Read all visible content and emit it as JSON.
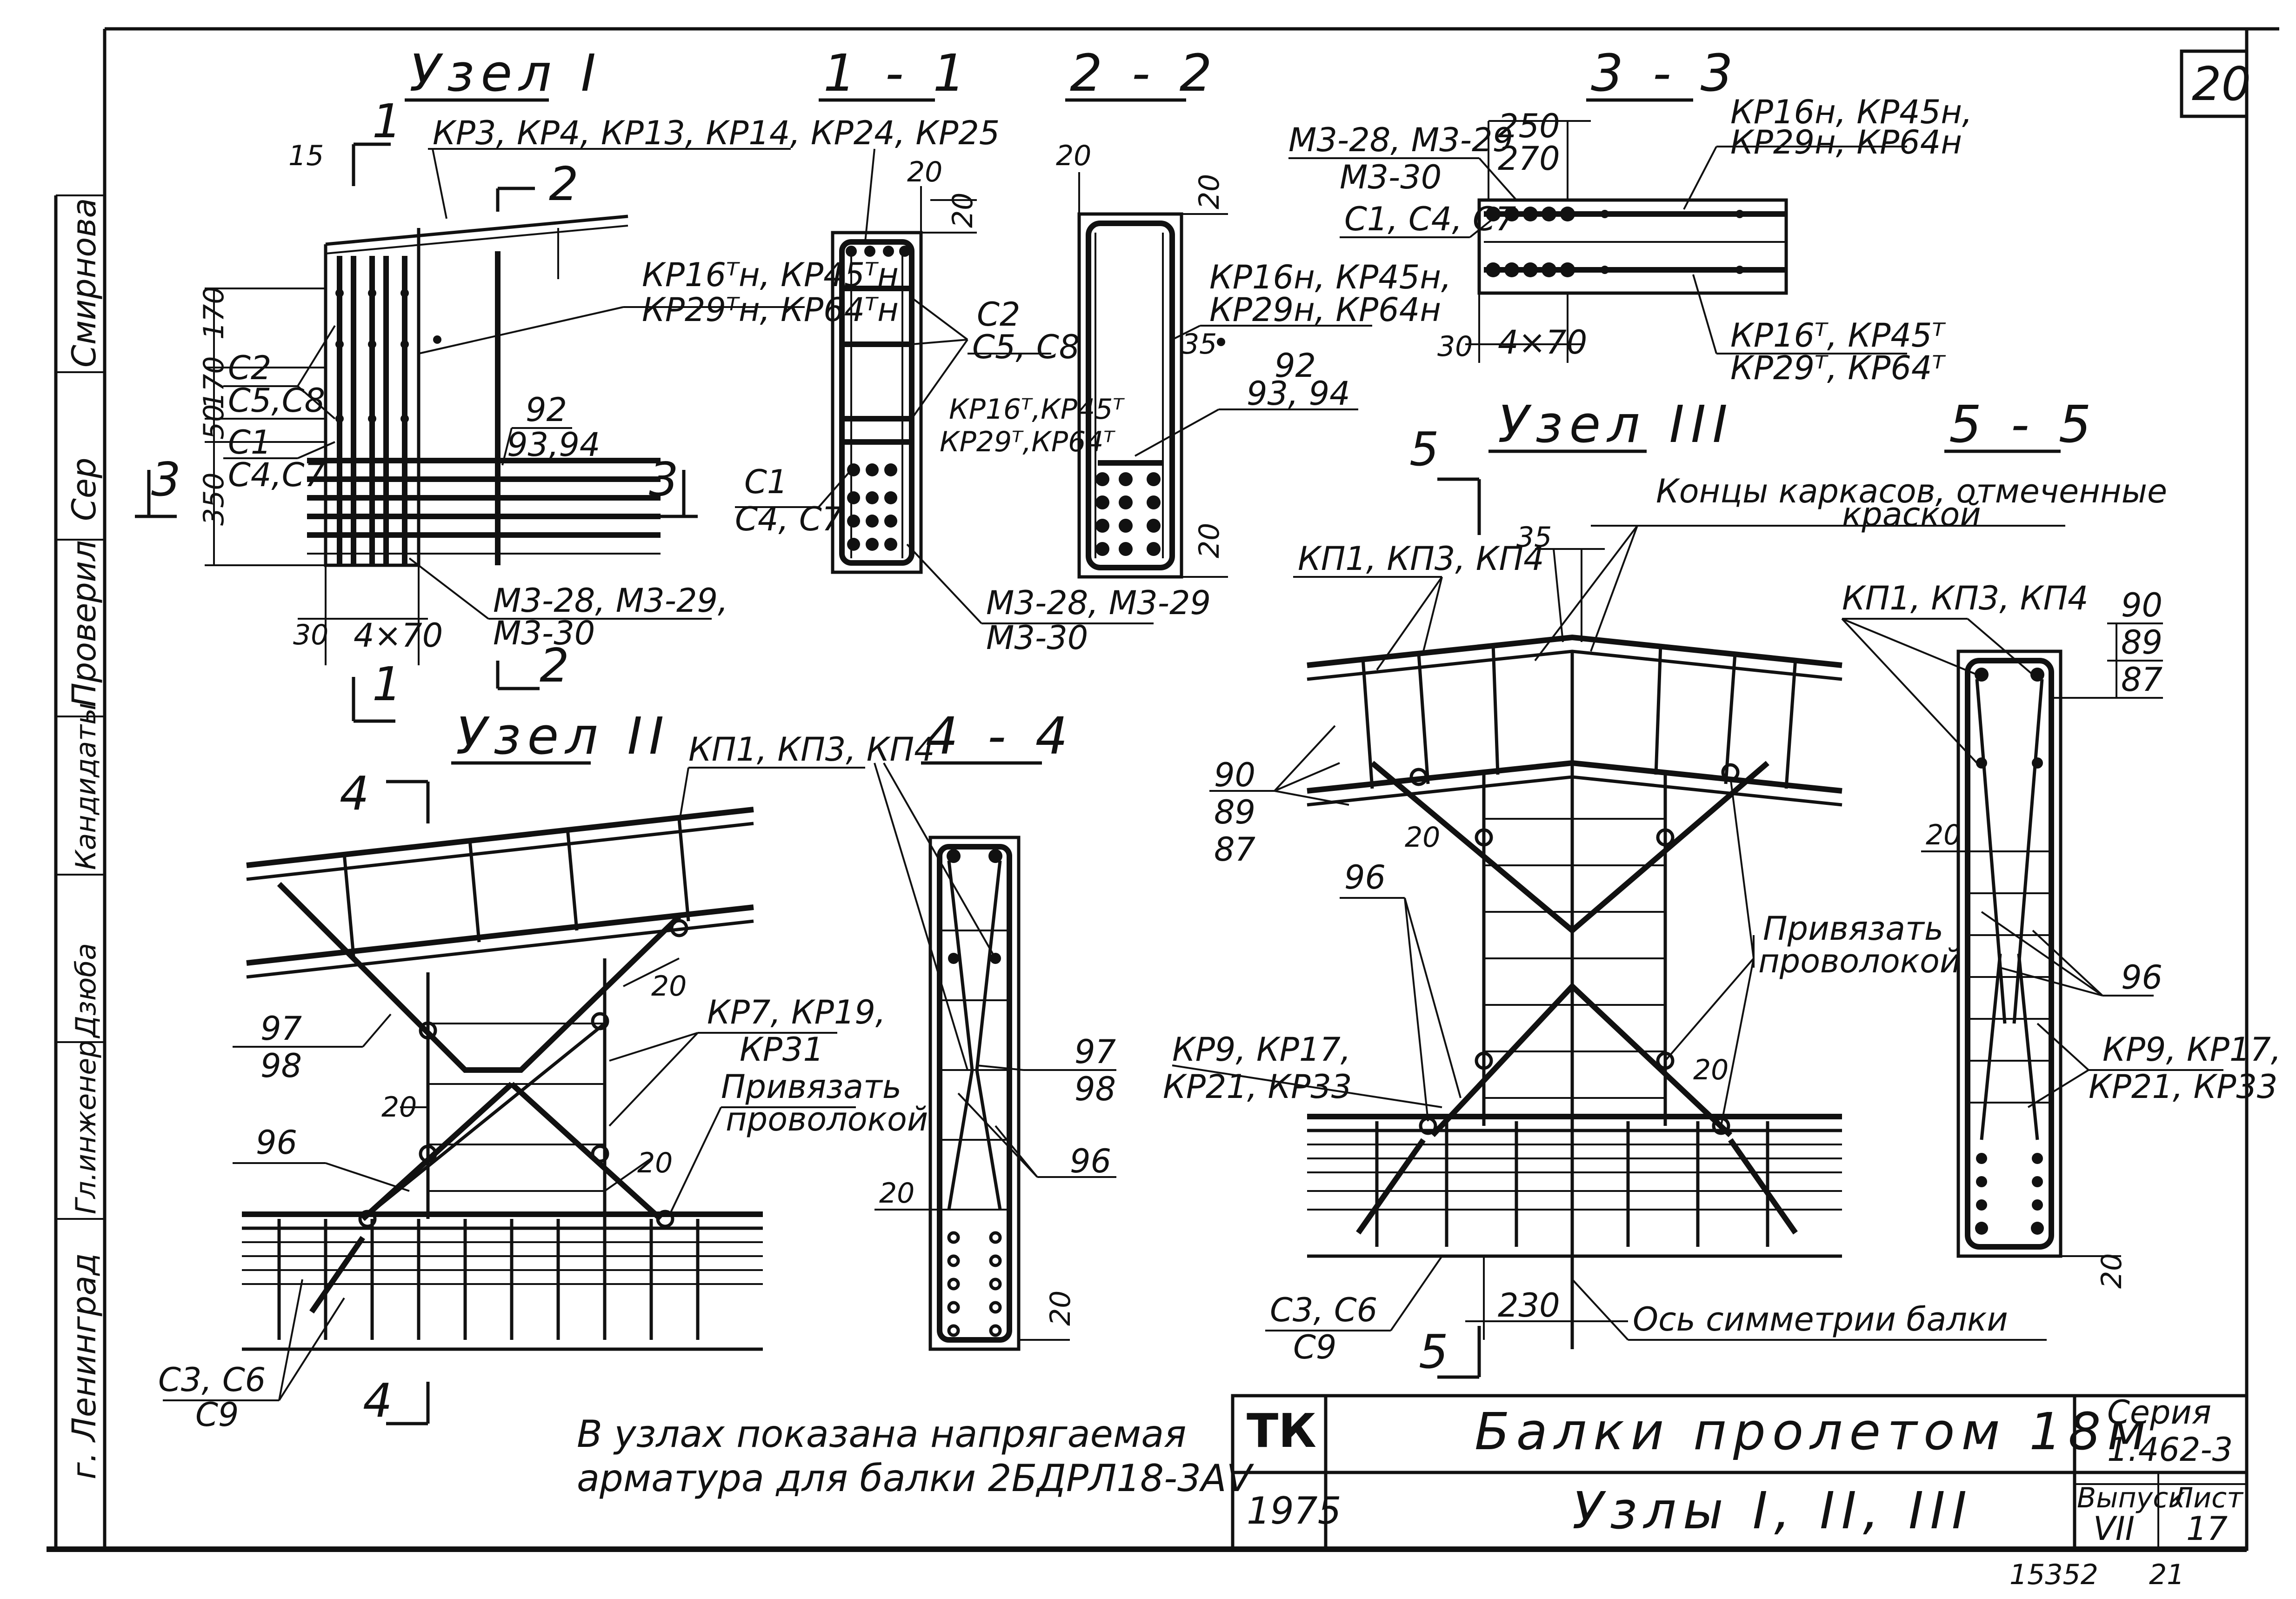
{
  "sheet": {
    "sheet_number": "20",
    "footer_number": "15352",
    "footer_page": "21"
  },
  "side_strip": {
    "names": [
      "Смирнова",
      "Сер",
      "Проверил",
      "Кандидаты",
      "Дзюба",
      "Гл.инженер",
      "г. Ленинград"
    ]
  },
  "node1": {
    "title": "Узел I",
    "cut_marks": [
      "1",
      "2",
      "3",
      "3",
      "1",
      "2"
    ],
    "callouts": {
      "top_bars": "КР3, КР4, КР13, КР14, КР24, КР25",
      "kr_t_line1": "КР16ᵀн, КР45ᵀн",
      "kr_t_line2": "КР29ᵀн, КР64ᵀн",
      "c2": "С2",
      "c58": "С5,С8",
      "c1": "С1",
      "c47": "С4,С7",
      "p92": "92",
      "p9394": "93,94",
      "m3_line1": "М3-28, М3-29,",
      "m3_line2": "М3-30"
    },
    "dims": [
      "15",
      "170",
      "170",
      "50",
      "350",
      "30",
      "4×70"
    ]
  },
  "section11": {
    "title": "1 - 1",
    "dims": [
      "20",
      "20"
    ],
    "callouts": {
      "c2": "С2",
      "c58": "С5, С8",
      "kr_line1": "КР16ᵀ,КР45ᵀ",
      "kr_line2": "КР29ᵀ,КР64ᵀ",
      "c1": "С1",
      "c47": "С4, С7",
      "m3_line1": "М3-28, М3-29",
      "m3_line2": "М3-30"
    }
  },
  "section22": {
    "title": "2 - 2",
    "dims": [
      "20",
      "20",
      "35",
      "20"
    ],
    "callouts": {
      "kr_line1": "КР16н, КР45н,",
      "kr_line2": "КР29н, КР64н",
      "p92": "92",
      "p9394": "93, 94"
    }
  },
  "section33": {
    "title": "3 - 3",
    "dims": [
      "250",
      "270",
      "30",
      "4×70"
    ],
    "callouts": {
      "m3_line1": "М3-28, М3-29",
      "m3_line2": "М3-30",
      "c_line": "С1, С4, С7",
      "kr_top_line1": "КР16н, КР45н,",
      "kr_top_line2": "КР29н, КР64н",
      "kr_bot_line1": "КР16ᵀ, КР45ᵀ",
      "kr_bot_line2": "КР29ᵀ, КР64ᵀ"
    }
  },
  "node2": {
    "title": "Узел II",
    "cut_marks": [
      "4",
      "4"
    ],
    "callouts": {
      "kp": "КП1, КП3, КП4",
      "p97": "97",
      "p98": "98",
      "kr_line1": "КР7, КР19,",
      "kr_line2": "КР31",
      "tie_line1": "Привязать",
      "tie_line2": "проволокой",
      "p96": "96",
      "c_line1": "С3, С6",
      "c_line2": "С9"
    },
    "dims": [
      "20",
      "20",
      "20"
    ]
  },
  "section44": {
    "title": "4 - 4",
    "dims": [
      "20",
      "20"
    ],
    "callouts": {
      "p97": "97",
      "p98": "98",
      "p96": "96"
    }
  },
  "node3": {
    "title": "Узел III",
    "cut_marks": [
      "5",
      "5"
    ],
    "callouts": {
      "ends_line1": "Концы каркасов, отмеченные",
      "ends_line2": "краской",
      "kp": "КП1, КП3, КП4",
      "p90": "90",
      "p89": "89",
      "p87": "87",
      "p96": "96",
      "tie_line1": "Привязать",
      "tie_line2": "проволокой",
      "kr_line1": "КР9, КР17,",
      "kr_line2": "КР21, КР33",
      "c_line1": "С3, С6",
      "c_line2": "С9",
      "axis": "Ось симметрии балки"
    },
    "dims": [
      "35",
      "20",
      "20",
      "230"
    ]
  },
  "section55": {
    "title": "5 - 5",
    "dims": [
      "20",
      "20"
    ],
    "callouts": {
      "kp": "КП1, КП3, КП4",
      "p90": "90",
      "p89": "89",
      "p87": "87",
      "p96": "96",
      "kr_line1": "КР9, КР17,",
      "kr_line2": "КР21, КР33"
    }
  },
  "note": {
    "line1": "В узлах показана напрягаемая",
    "line2": "арматура для балки 2БДРЛ18-3АⅤ"
  },
  "title_block": {
    "org": "ТК",
    "year": "1975",
    "name": "Балки пролетом 18м",
    "subtitle": "Узлы I, II, III",
    "series_label": "Серия",
    "series_value": "1.462-3",
    "issue_label": "Выпуск",
    "issue_value": "VII",
    "sheet_label": "Лист",
    "sheet_value": "17"
  }
}
